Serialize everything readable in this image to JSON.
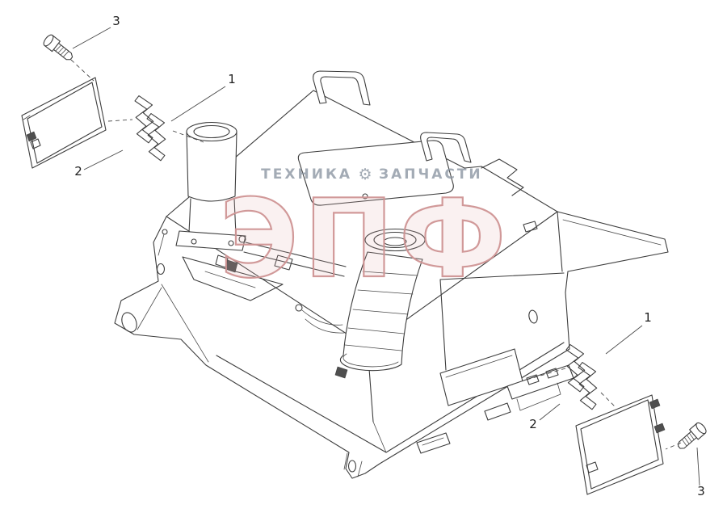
{
  "page": {
    "background": "#ffffff",
    "line_color": "#3d3d3d"
  },
  "watermark": {
    "title": "ЭПФ",
    "tagline_left": "ТЕХНИКА",
    "tagline_right": "ЗАПЧАСТИ",
    "gear_icon": "⚙",
    "title_stroke": "#cf9494",
    "title_fill": "rgba(223,170,170,0.18)",
    "tagline_color": "#8d97a3"
  },
  "callouts": {
    "left": [
      {
        "part": "screw",
        "label": "3"
      },
      {
        "part": "retaining-clip",
        "label": "1"
      },
      {
        "part": "cover-panel",
        "label": "2"
      }
    ],
    "right": [
      {
        "part": "retaining-clip",
        "label": "1"
      },
      {
        "part": "cover-panel",
        "label": "2"
      },
      {
        "part": "screw",
        "label": "3"
      }
    ]
  }
}
